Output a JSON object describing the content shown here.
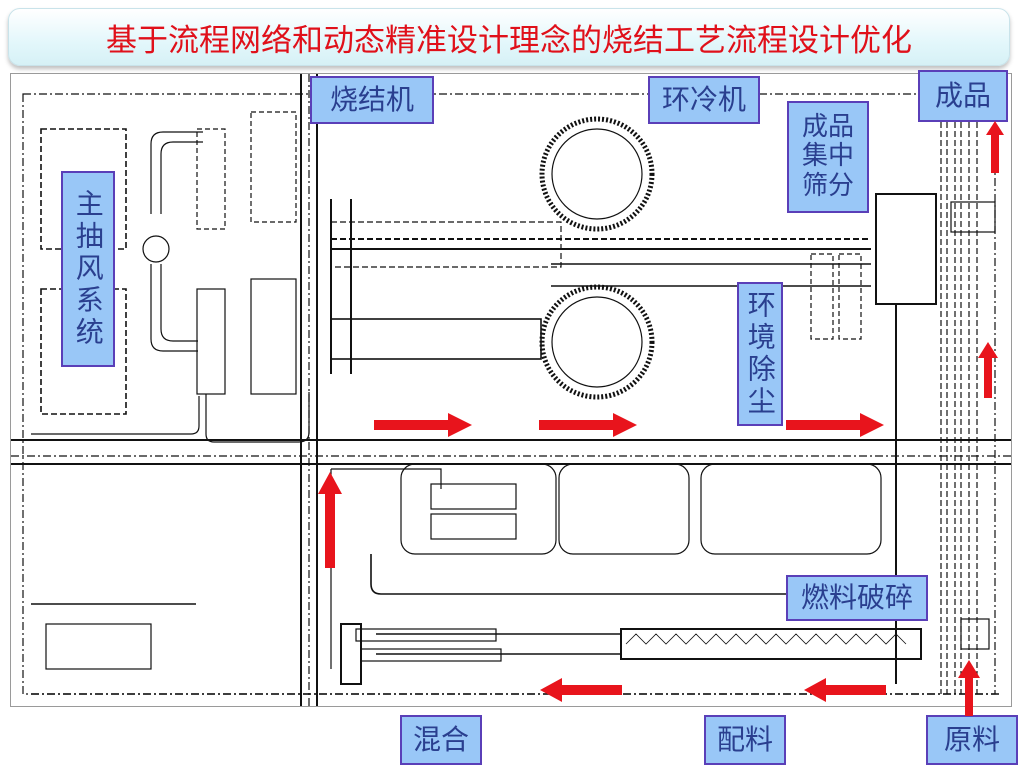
{
  "title": "基于流程网络和动态精准设计理念的烧结工艺流程设计优化",
  "colors": {
    "title_text": "#e0101a",
    "label_fill": "#99c7f7",
    "label_border": "#5a3fb8",
    "label_text": "#2a3f8f",
    "arrow": "#e8141c"
  },
  "labels": {
    "sintering_machine": "烧结机",
    "ring_cooler": "环冷机",
    "product": "成品",
    "product_screening": "成品集中筛分",
    "main_exhaust": "主抽风系统",
    "env_dust_removal": "环境除尘",
    "fuel_crushing": "燃料破碎",
    "mixing": "混合",
    "proportioning": "配料",
    "raw_material": "原料"
  },
  "flow_arrows": [
    {
      "id": "raw-up",
      "direction": "up"
    },
    {
      "id": "proportioning-left",
      "direction": "left"
    },
    {
      "id": "mixing-left",
      "direction": "left"
    },
    {
      "id": "mixing-up",
      "direction": "up"
    },
    {
      "id": "sinter-right-1",
      "direction": "right"
    },
    {
      "id": "sinter-right-2",
      "direction": "right"
    },
    {
      "id": "cooler-right",
      "direction": "right"
    },
    {
      "id": "screen-up",
      "direction": "up"
    },
    {
      "id": "product-up",
      "direction": "up"
    }
  ]
}
